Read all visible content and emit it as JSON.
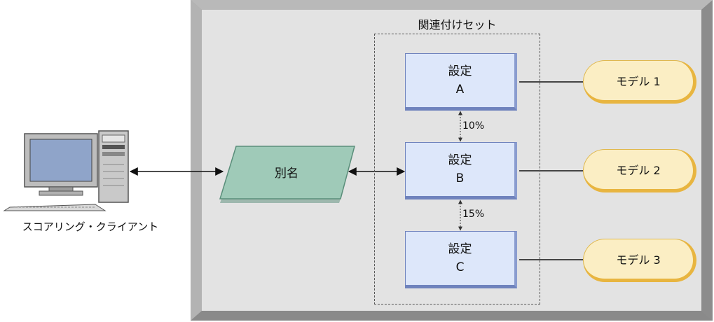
{
  "association_set": {
    "title": "関連付けセット"
  },
  "alias": {
    "label": "別名"
  },
  "client": {
    "label": "スコアリング・クライアント"
  },
  "configs": [
    {
      "line1": "設定",
      "line2": "A"
    },
    {
      "line1": "設定",
      "line2": "B"
    },
    {
      "line1": "設定",
      "line2": "C"
    }
  ],
  "models": [
    {
      "label": "モデル 1"
    },
    {
      "label": "モデル 2"
    },
    {
      "label": "モデル 3"
    }
  ],
  "percentages": {
    "a_to_b": "10%",
    "b_to_c": "15%"
  },
  "colors": {
    "panel_outer": "#9d9d9d",
    "panel_inner": "#e3e3e3",
    "config_fill": "#dde7fa",
    "config_border": "#6f83bd",
    "model_fill": "#fbeec4",
    "model_border": "#e8b540",
    "alias_fill": "#9fcab8",
    "alias_border": "#5a8e7a"
  }
}
